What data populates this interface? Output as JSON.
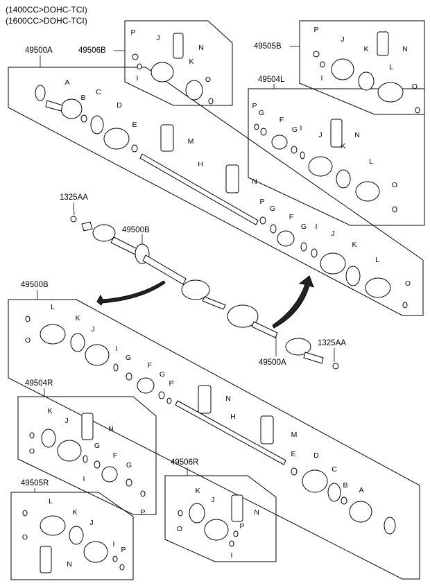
{
  "header": {
    "engine_1": "(1400CC>DOHC-TCI)",
    "engine_2": "(1600CC>DOHC-TCI)"
  },
  "refs": {
    "r0": "49500A",
    "r1": "49506B",
    "r2": "49505B",
    "r3": "49504L",
    "r4": "1325AA",
    "r5": "49500B",
    "r6": "49500B",
    "r7": "1325AA",
    "r8": "49500A",
    "r9": "49504R",
    "r10": "49506R",
    "r11": "49505R"
  },
  "part_letters": [
    "P",
    "J",
    "N",
    "I",
    "K",
    "O",
    "P",
    "J",
    "K",
    "N",
    "I",
    "L",
    "O",
    "A",
    "B",
    "C",
    "D",
    "E",
    "M",
    "H",
    "N",
    "P",
    "G",
    "F",
    "G",
    "I",
    "J",
    "K",
    "L",
    "O",
    "P",
    "G",
    "F",
    "G",
    "I",
    "J",
    "N",
    "K",
    "L",
    "O",
    "L",
    "K",
    "J",
    "O",
    "I",
    "G",
    "F",
    "G",
    "P",
    "N",
    "H",
    "M",
    "E",
    "D",
    "C",
    "B",
    "A",
    "K",
    "J",
    "N",
    "G",
    "F",
    "I",
    "G",
    "O",
    "P",
    "L",
    "K",
    "J",
    "O",
    "N",
    "I",
    "P",
    "K",
    "J",
    "N",
    "P",
    "O",
    "I"
  ]
}
